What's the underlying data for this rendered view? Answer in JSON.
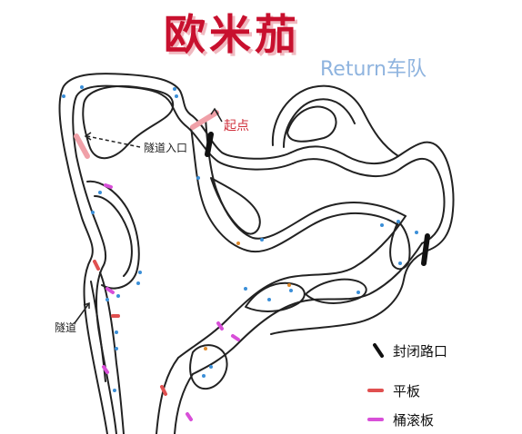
{
  "title": "欧米茄",
  "subtitle": "Return车队",
  "labels": {
    "start": "起点",
    "tunnel_entrance": "隧道入口",
    "tunnel": "隧道"
  },
  "legend": [
    {
      "icon": "closed-junction-icon",
      "label": "封闭路口",
      "color": "#111111"
    },
    {
      "icon": "flat-board-icon",
      "label": "平板",
      "color": "#e05050"
    },
    {
      "icon": "barrel-roll-board-icon",
      "label": "桶滚板",
      "color": "#d84fd8"
    }
  ],
  "colors": {
    "track_outline": "#222222",
    "title_red": "#c8102e",
    "subtitle_blue": "#8fb4df",
    "marker_blue": "#3b8fd8",
    "marker_orange": "#e08a2a"
  }
}
